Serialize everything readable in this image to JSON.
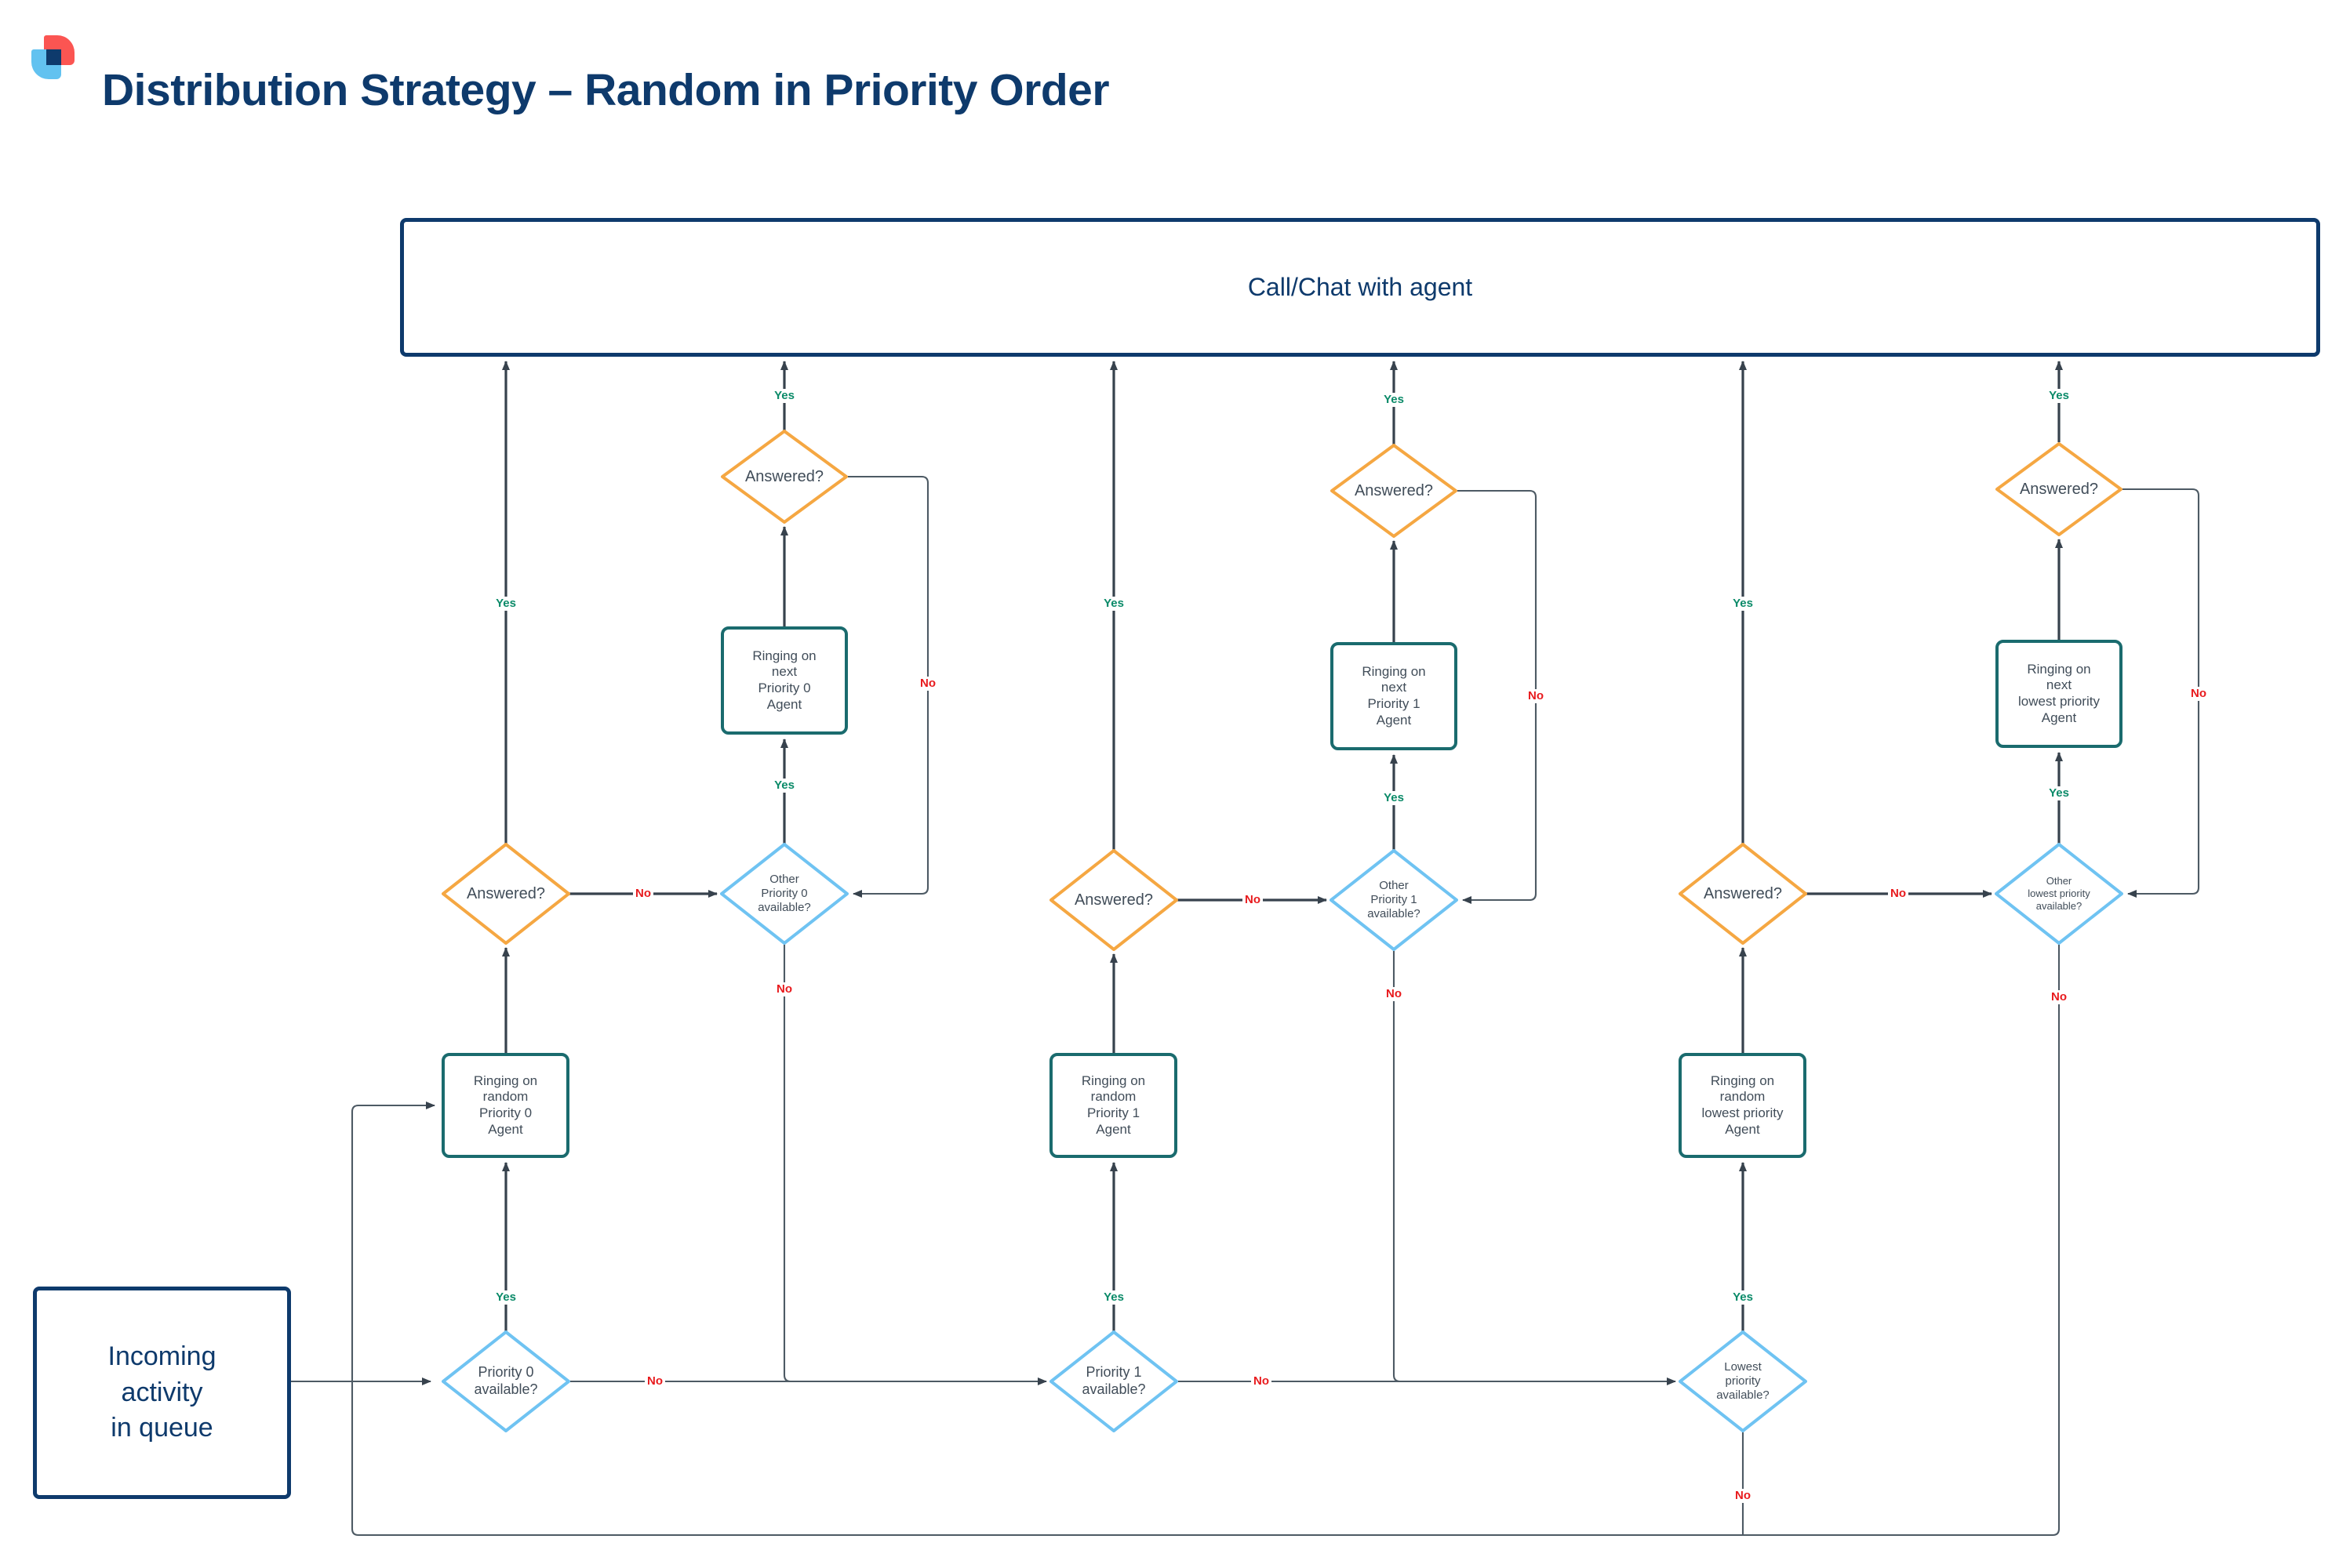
{
  "title": "Distribution Strategy – Random in Priority Order",
  "colors": {
    "title_navy": "#0e3a6c",
    "terminator_border": "#0e3a6c",
    "process_border": "#1a6b6e",
    "decision_orange": "#f5a742",
    "decision_blue": "#6fc3f2",
    "edge_line": "#37424d",
    "yes_label": "#0a8a68",
    "no_label": "#e81a1d",
    "node_text": "#414d59",
    "logo_red": "#fb5552",
    "logo_blue": "#62c2f0"
  },
  "nodes": {
    "call": "Call/Chat with agent",
    "incoming": "Incoming\nactivity\nin queue",
    "p0_available": "Priority 0\navailable?",
    "p1_available": "Priority 1\navailable?",
    "lowest_available": "Lowest\npriority\navailable?",
    "ring_random_p0": "Ringing on\nrandom\nPriority 0\nAgent",
    "ring_random_p1": "Ringing on\nrandom\nPriority 1\nAgent",
    "ring_random_lowest": "Ringing on\nrandom\nlowest priority\nAgent",
    "answered": "Answered?",
    "other_p0": "Other\nPriority 0\navailable?",
    "other_p1": "Other\nPriority 1\navailable?",
    "other_lowest": "Other\nlowest priority\navailable?",
    "ring_next_p0": "Ringing on\nnext\nPriority 0\nAgent",
    "ring_next_p1": "Ringing on\nnext\nPriority 1\nAgent",
    "ring_next_lowest": "Ringing on\nnext\nlowest priority\nAgent"
  },
  "labels": {
    "yes": "Yes",
    "no": "No"
  }
}
